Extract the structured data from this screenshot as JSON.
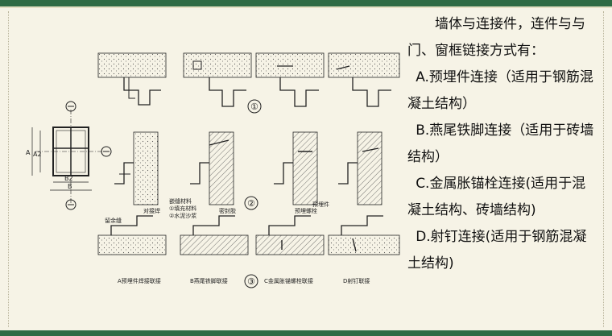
{
  "text": {
    "intro": "墙体与连接件，连件与与门、窗框链接方式有：",
    "items": [
      "A.预埋件连接（适用于钢筋混凝土结构）",
      "B.燕尾铁脚连接（适用于砖墙结构）",
      "C.金属胀锚栓连接(适用于混凝土结构、砖墙结构)",
      "D.射钉连接(适用于钢筋混凝土结构)"
    ]
  },
  "figure": {
    "row_markers": [
      "①",
      "②",
      "③"
    ],
    "dim_labels": [
      "A",
      "A2",
      "B2",
      "B"
    ],
    "captions": [
      "A预埋件焊接联接",
      "B燕尾铁脚联接",
      "C金属胀锚螺栓联接",
      "D射钉联接"
    ],
    "notes": [
      "嵌缝材料",
      "①填充材料",
      "②水泥沙浆",
      "预埋件",
      "留余缝",
      "密封胶",
      "对接焊",
      "预埋螺栓"
    ]
  },
  "colors": {
    "bar": "#2f6b45",
    "background": "#f6f3e6"
  }
}
